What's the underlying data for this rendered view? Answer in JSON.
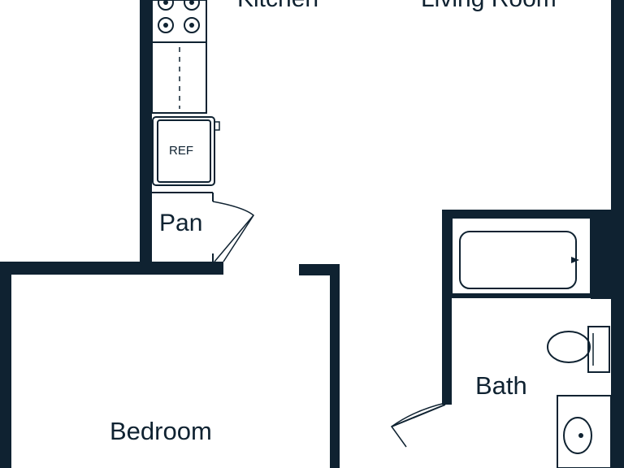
{
  "rooms": {
    "kitchen": "Kitchen",
    "living_room": "Living Room",
    "pantry": "Pan",
    "bedroom": "Bedroom",
    "bath": "Bath"
  },
  "fixtures": {
    "refrigerator": "REF"
  },
  "colors": {
    "wall": "#0f2231",
    "background": "#ffffff"
  }
}
